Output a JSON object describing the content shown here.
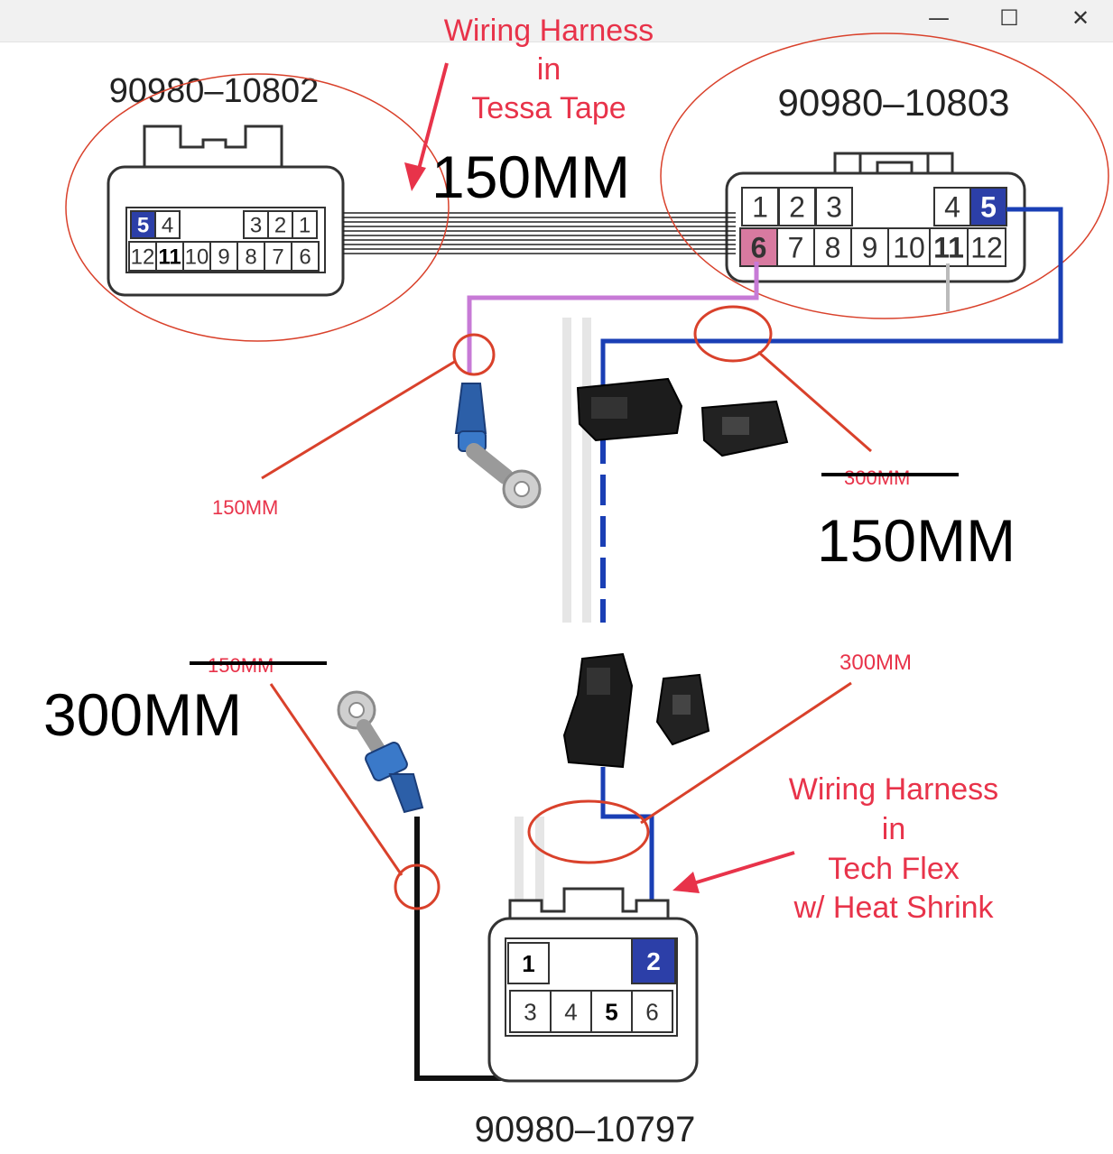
{
  "window": {
    "minimize_icon": "minimize-icon",
    "maximize_icon": "maximize-icon",
    "close_icon": "close-icon"
  },
  "connectors": {
    "top_left": {
      "part": "90980–10802",
      "pins_row1": [
        "5",
        "4",
        "",
        "3",
        "2",
        "1"
      ],
      "pins_row2": [
        "12",
        "11",
        "10",
        "9",
        "8",
        "7",
        "6"
      ]
    },
    "top_right": {
      "part": "90980–10803",
      "pins_row1": [
        "1",
        "2",
        "3",
        "4",
        "5"
      ],
      "pins_row2": [
        "6",
        "7",
        "8",
        "9",
        "10",
        "11",
        "12"
      ]
    },
    "bottom": {
      "part": "90980–10797",
      "pins_row1": [
        "1",
        "2"
      ],
      "pins_row2": [
        "3",
        "4",
        "5",
        "6"
      ]
    }
  },
  "annotations": {
    "top_harness_lines": [
      "Wiring Harness",
      "in",
      "Tessa Tape"
    ],
    "top_length": "150MM",
    "ring_terminal_top_length": "150MM",
    "right_struck_length": "300MM",
    "right_new_length": "150MM",
    "left_struck_length": "150MM",
    "left_new_length": "300MM",
    "bottom_right_length": "300MM",
    "bottom_harness_lines": [
      "Wiring Harness",
      "in",
      "Tech Flex",
      "w/ Heat Shrink"
    ]
  },
  "colors": {
    "annotation_red": "#e8334a",
    "leader_line": "#d9412b",
    "blue_wire": "#1a3fb5",
    "pink_wire": "#c77ad6",
    "pin_blue": "#2c3fa8",
    "pin_pink": "#d87aa0",
    "black_wire": "#111111"
  }
}
